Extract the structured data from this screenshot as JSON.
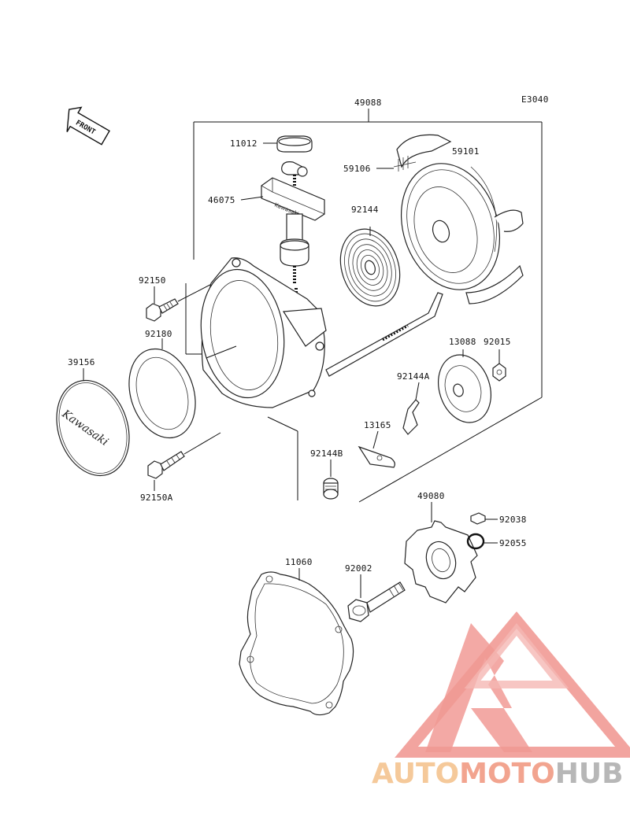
{
  "diagram": {
    "code": "E3040",
    "front_label": "FRONT",
    "cover_brand": "Kawasaki",
    "handle_brand": "Kawasaki"
  },
  "parts": {
    "p49088": "49088",
    "p11012": "11012",
    "p59101": "59101",
    "p59106": "59106",
    "p46075": "46075",
    "p92144": "92144",
    "p92150": "92150",
    "p92180": "92180",
    "p39156": "39156",
    "p13088": "13088",
    "p92015": "92015",
    "p92144A": "92144A",
    "p13165": "13165",
    "p92144B": "92144B",
    "p92150A": "92150A",
    "p49080": "49080",
    "p92038": "92038",
    "p92055": "92055",
    "p11060": "11060",
    "p92002": "92002"
  },
  "watermark": {
    "auto": "AUTO",
    "moto": "MOTO",
    "hub": "HUB",
    "color_auto": "#f5c99a",
    "color_moto": "#f2a48f",
    "color_hub": "#b7b7b7",
    "color_logo": "#f08f8a"
  }
}
